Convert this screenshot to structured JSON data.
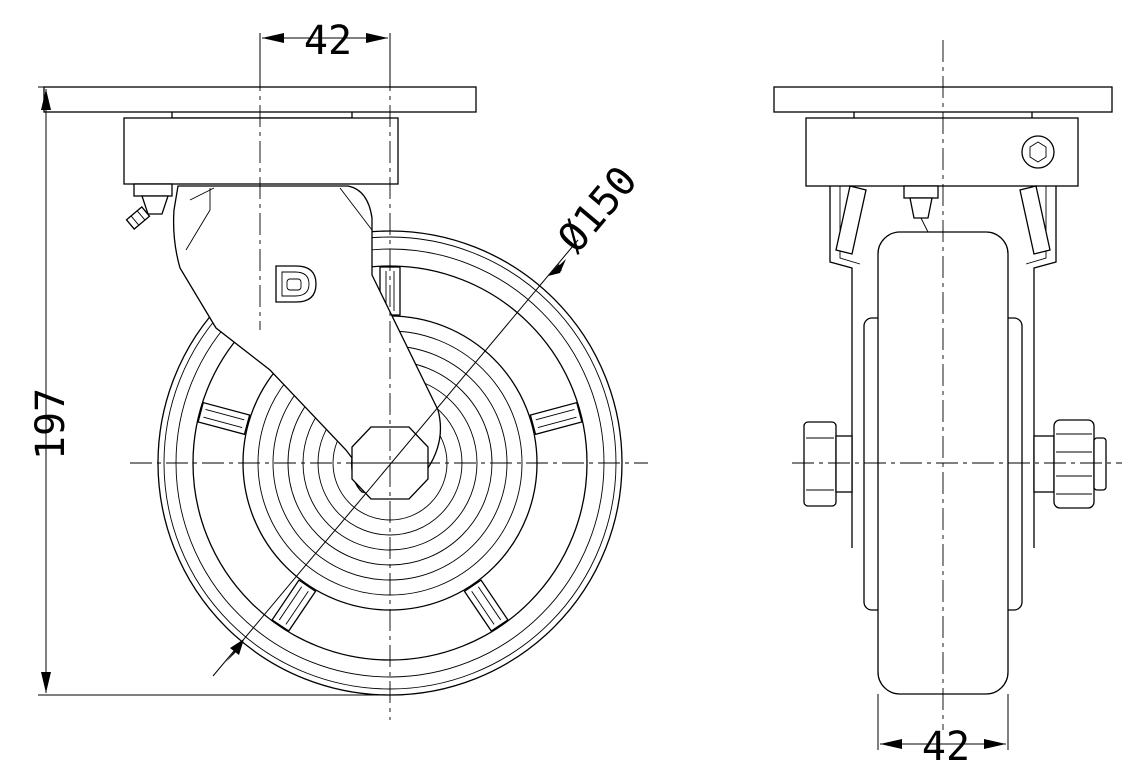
{
  "dimensions": {
    "top_width": "42",
    "height": "197",
    "diameter": "Ø150",
    "bottom_width": "42"
  },
  "views": [
    "side-view",
    "front-view"
  ],
  "colors": {
    "line": "#000000",
    "background": "#ffffff"
  },
  "icons": {
    "logo": "brand-d-logo",
    "socket": "hex-socket-icon"
  }
}
